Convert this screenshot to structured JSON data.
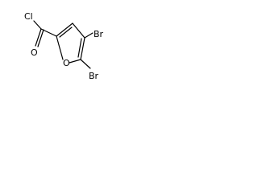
{
  "molecule": {
    "atoms": {
      "chlorine": "Cl",
      "carbonyl_oxygen": "O",
      "ring_oxygen": "O",
      "bromine_top": "Br",
      "bromine_bottom": "Br"
    }
  },
  "colors": {
    "bond": "#000000",
    "label": "#000000",
    "background": "#ffffff"
  }
}
